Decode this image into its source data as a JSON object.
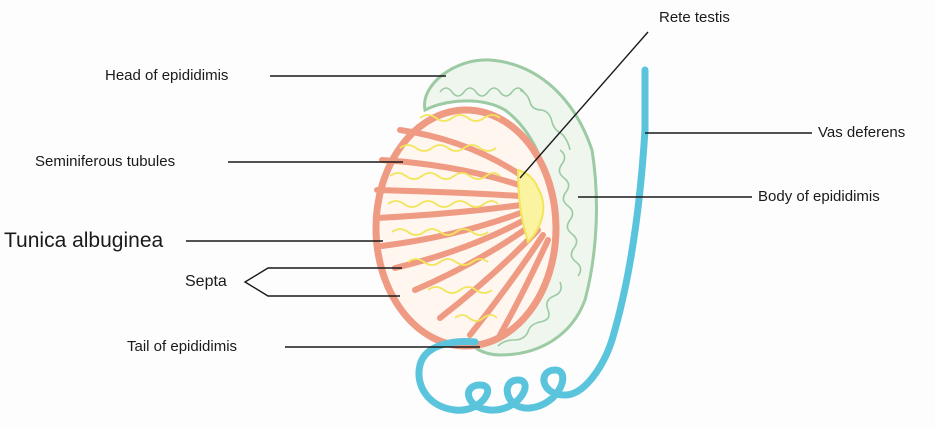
{
  "labels": {
    "rete_testis": "Rete testis",
    "head_of_epididymis": "Head of epididimis",
    "vas_deferens": "Vas deferens",
    "seminiferous_tubules": "Seminiferous tubules",
    "body_of_epididymis": "Body of epididimis",
    "tunica_albuginea": "Tunica albuginea",
    "septa": "Septa",
    "tail_of_epididymis": "Tail of epididimis"
  },
  "colors": {
    "tunica": "#ef9a82",
    "lobule_fill": "#fff6ef",
    "tubules": "#f2e55a",
    "epididymis": "#9ccaa3",
    "vas_deferens": "#5bc4dd",
    "leader_line": "#1a1a1a"
  }
}
